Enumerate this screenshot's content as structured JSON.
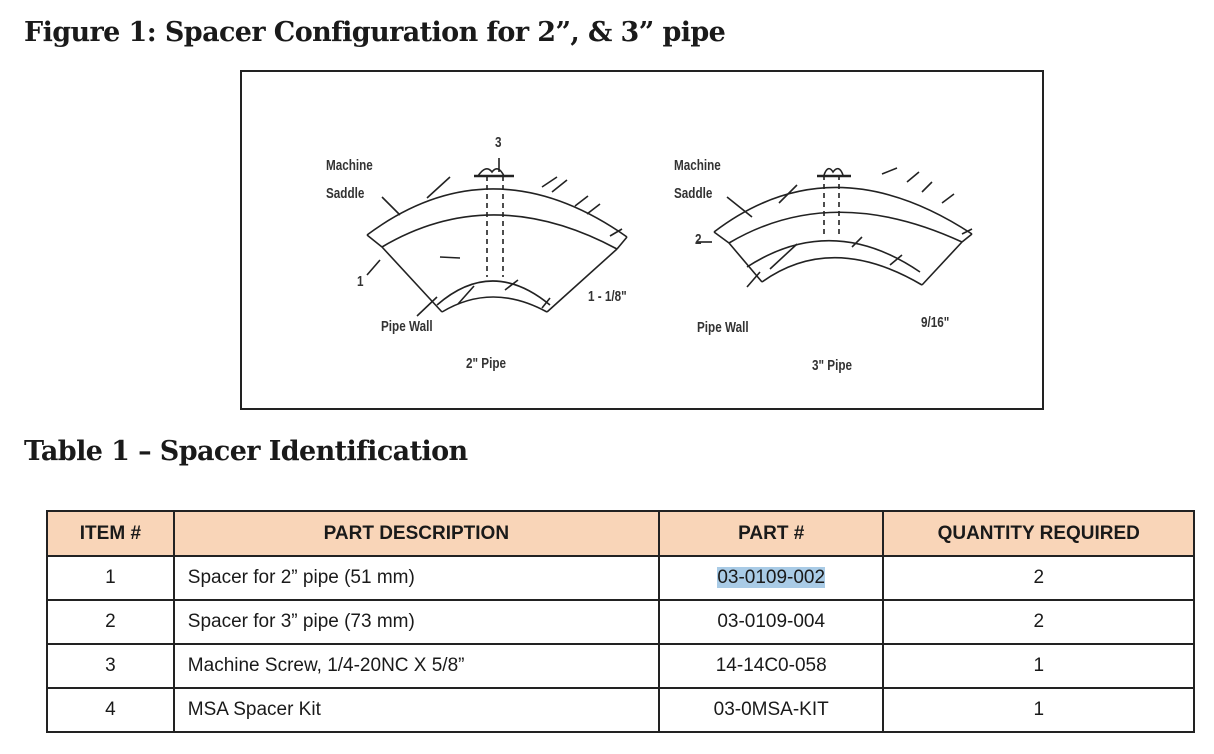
{
  "figure": {
    "title": "Figure 1: Spacer Configuration for 2”, & 3” pipe",
    "left_diagram": {
      "caption": "2\" Pipe",
      "label_machine": "Machine",
      "label_saddle": "Saddle",
      "callout_1": "1",
      "callout_3": "3",
      "label_pipe_wall": "Pipe Wall",
      "dimension": "1 - 1/8\""
    },
    "right_diagram": {
      "caption": "3\" Pipe",
      "label_machine": "Machine",
      "label_saddle": "Saddle",
      "callout_2": "2",
      "label_pipe_wall": "Pipe Wall",
      "dimension": "9/16\""
    }
  },
  "table": {
    "title": "Table 1 – Spacer Identification",
    "header_color": "#f9d5b8",
    "columns": [
      "ITEM #",
      "PART DESCRIPTION",
      "PART #",
      "QUANTITY REQUIRED"
    ],
    "rows": [
      {
        "item": "1",
        "description": "Spacer for 2” pipe (51 mm)",
        "part": "03-0109-002",
        "qty": "2",
        "highlighted": true
      },
      {
        "item": "2",
        "description": "Spacer for 3” pipe (73 mm)",
        "part": "03-0109-004",
        "qty": "2"
      },
      {
        "item": "3",
        "description": "Machine Screw, 1/4-20NC X 5/8”",
        "part": "14-14C0-058",
        "qty": "1"
      },
      {
        "item": "4",
        "description": "MSA Spacer Kit",
        "part": "03-0MSA-KIT",
        "qty": "1"
      }
    ]
  }
}
